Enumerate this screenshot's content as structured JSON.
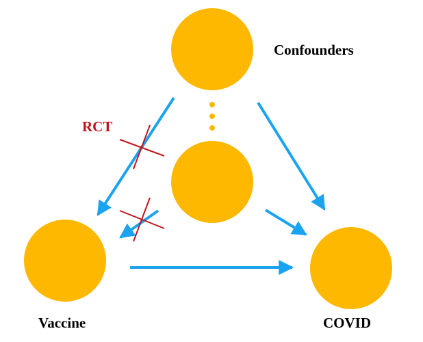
{
  "nodes": {
    "confounders": {
      "label": "Confounders"
    },
    "vaccine": {
      "label": "Vaccine"
    },
    "covid": {
      "label": "COVID"
    }
  },
  "rct_label": "RCT",
  "colors": {
    "node_fill": "#FFB800",
    "arrow": "#1AA3F0",
    "block_mark": "#C0141C",
    "rct_text": "#C0141C",
    "label_text": "#000000",
    "background": "#FFFFFF"
  }
}
